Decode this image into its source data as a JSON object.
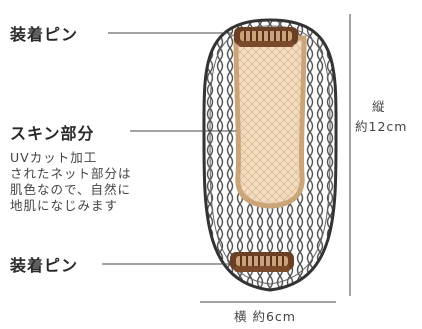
{
  "labels": {
    "pin_top": "装着ピン",
    "skin_title": "スキン部分",
    "skin_desc": [
      "UVカット加工",
      "されたネット部分は",
      "肌色なので、自然に",
      "地肌になじみます"
    ],
    "pin_bottom": "装着ピン",
    "height_dim": [
      "縦",
      "約12cm"
    ],
    "width_dim": "横 約6cm"
  },
  "colors": {
    "outline": "#3a3a3a",
    "mesh": "#555555",
    "skin": "#e9c9a3",
    "skin_border": "#caa57a",
    "clip": "#6b3f23"
  }
}
